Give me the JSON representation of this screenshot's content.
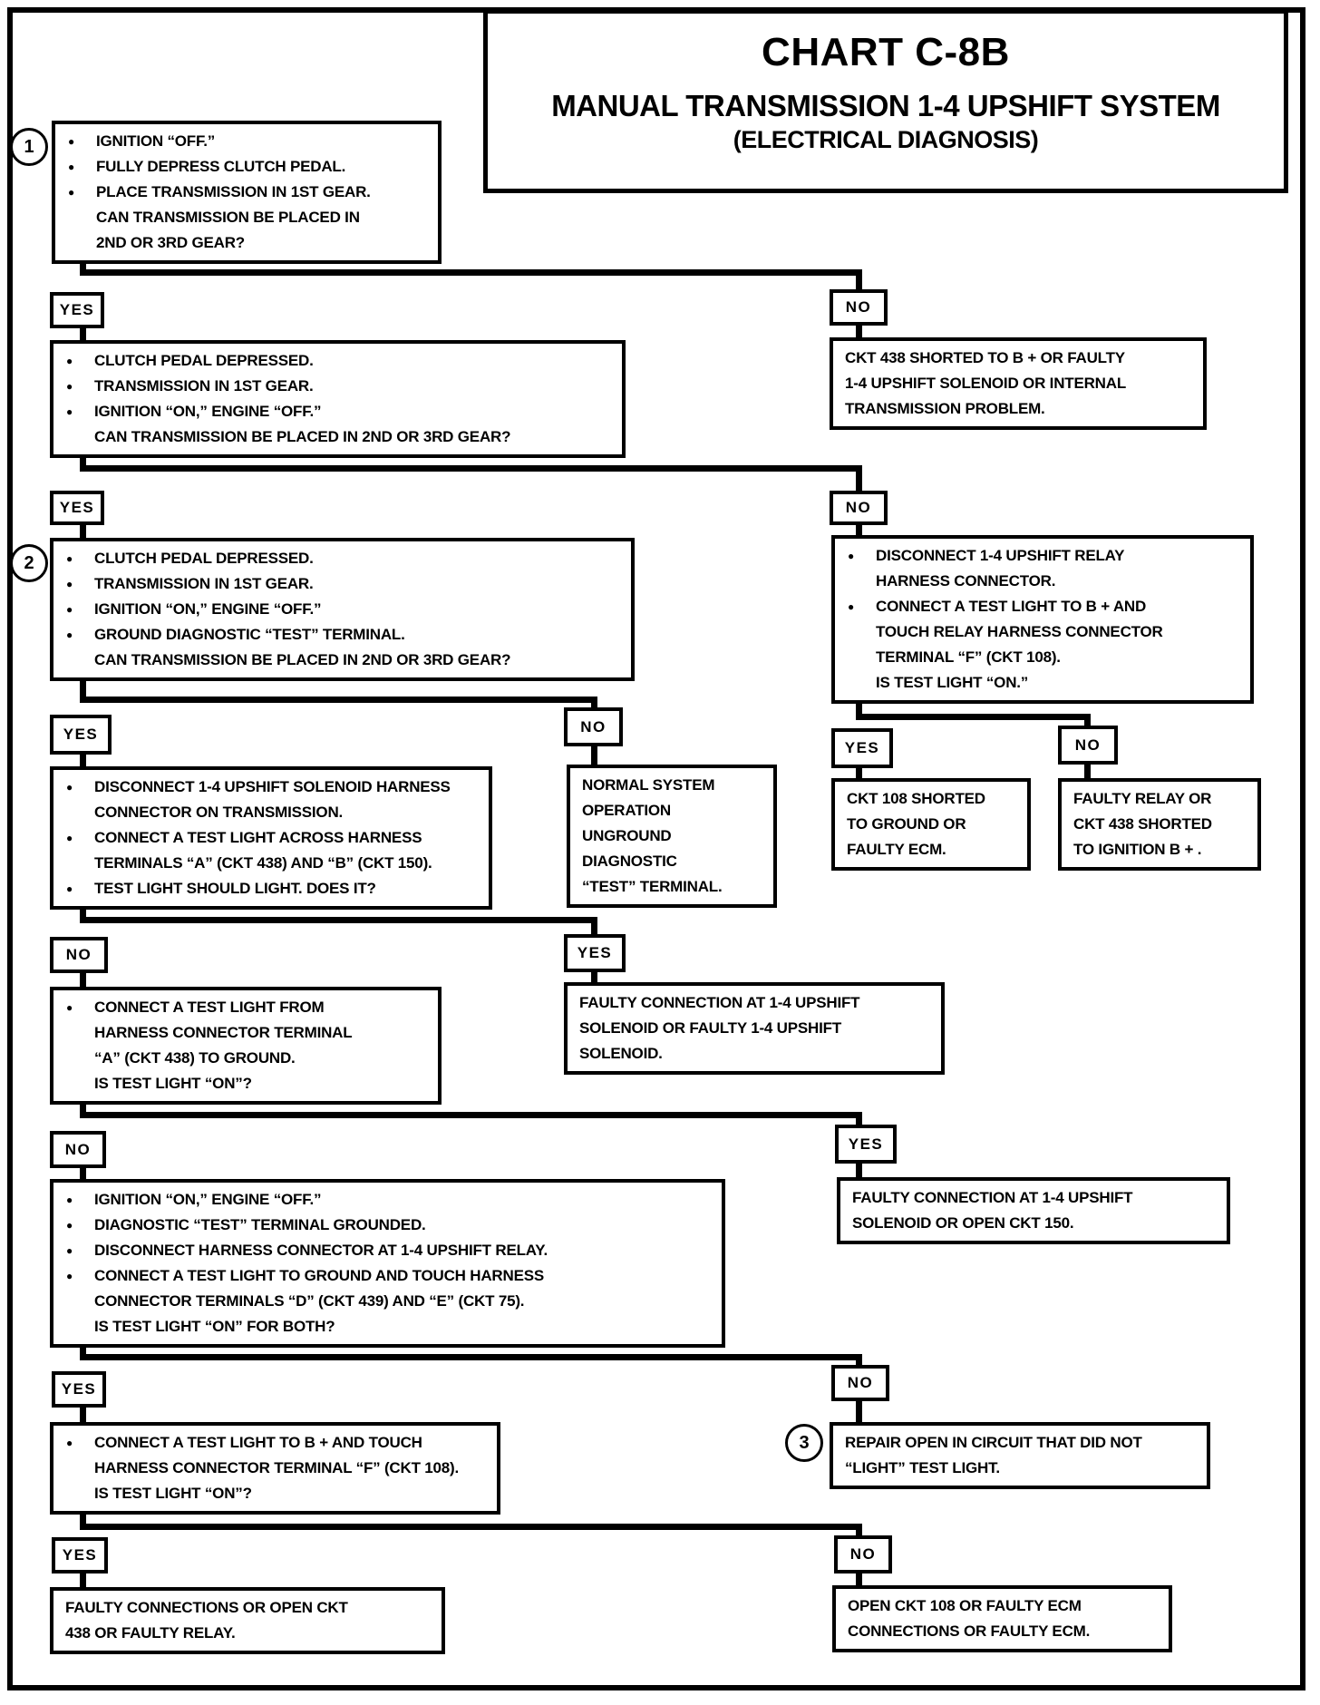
{
  "title": {
    "chart": "CHART C-8B",
    "system": "MANUAL TRANSMISSION 1-4 UPSHIFT SYSTEM",
    "subtitle": "(ELECTRICAL DIAGNOSIS)"
  },
  "badges": {
    "one": "1",
    "two": "2",
    "three": "3"
  },
  "branch_labels": {
    "yes": "YES",
    "no": "NO"
  },
  "nodes": {
    "step1": {
      "lines": [
        {
          "b": 1,
          "t": "IGNITION “OFF.”"
        },
        {
          "b": 1,
          "t": "FULLY DEPRESS CLUTCH PEDAL."
        },
        {
          "b": 1,
          "t": "PLACE TRANSMISSION IN 1ST GEAR."
        },
        {
          "b": 0,
          "t": "CAN TRANSMISSION BE PLACED IN"
        },
        {
          "b": 0,
          "t": "2ND OR 3RD GEAR?"
        }
      ]
    },
    "ckt438_shorted": {
      "lines": [
        {
          "b": 0,
          "t": "CKT 438 SHORTED TO B +  OR FAULTY"
        },
        {
          "b": 0,
          "t": "1-4 UPSHIFT SOLENOID OR INTERNAL"
        },
        {
          "b": 0,
          "t": "TRANSMISSION PROBLEM."
        }
      ]
    },
    "step2": {
      "lines": [
        {
          "b": 1,
          "t": "CLUTCH PEDAL DEPRESSED."
        },
        {
          "b": 1,
          "t": "TRANSMISSION IN 1ST GEAR."
        },
        {
          "b": 1,
          "t": "IGNITION “ON,” ENGINE “OFF.”"
        },
        {
          "b": 0,
          "t": "CAN TRANSMISSION BE PLACED IN 2ND OR 3RD GEAR?"
        }
      ]
    },
    "step3": {
      "lines": [
        {
          "b": 1,
          "t": "CLUTCH PEDAL DEPRESSED."
        },
        {
          "b": 1,
          "t": "TRANSMISSION IN 1ST GEAR."
        },
        {
          "b": 1,
          "t": "IGNITION “ON,” ENGINE “OFF.”"
        },
        {
          "b": 1,
          "t": "GROUND DIAGNOSTIC “TEST” TERMINAL."
        },
        {
          "b": 0,
          "t": "CAN TRANSMISSION BE PLACED IN 2ND OR 3RD GEAR?"
        }
      ]
    },
    "relay_test": {
      "lines": [
        {
          "b": 1,
          "t": "DISCONNECT 1-4 UPSHIFT RELAY"
        },
        {
          "b": 0,
          "t": "HARNESS CONNECTOR."
        },
        {
          "b": 1,
          "t": "CONNECT A TEST LIGHT TO B +  AND"
        },
        {
          "b": 0,
          "t": "TOUCH RELAY HARNESS CONNECTOR"
        },
        {
          "b": 0,
          "t": "TERMINAL “F” (CKT 108)."
        },
        {
          "b": 0,
          "t": "IS TEST LIGHT “ON.”"
        }
      ]
    },
    "solenoid_test": {
      "lines": [
        {
          "b": 1,
          "t": "DISCONNECT 1-4 UPSHIFT SOLENOID HARNESS"
        },
        {
          "b": 0,
          "t": "CONNECTOR ON TRANSMISSION."
        },
        {
          "b": 1,
          "t": "CONNECT A TEST LIGHT ACROSS HARNESS"
        },
        {
          "b": 0,
          "t": "TERMINALS “A” (CKT 438) AND “B” (CKT 150)."
        },
        {
          "b": 1,
          "t": "TEST LIGHT SHOULD LIGHT.  DOES IT?"
        }
      ]
    },
    "normal_system": {
      "lines": [
        {
          "b": 0,
          "t": "NORMAL SYSTEM"
        },
        {
          "b": 0,
          "t": "OPERATION"
        },
        {
          "b": 0,
          "t": "UNGROUND"
        },
        {
          "b": 0,
          "t": "DIAGNOSTIC"
        },
        {
          "b": 0,
          "t": "“TEST” TERMINAL."
        }
      ]
    },
    "ckt108_shorted": {
      "lines": [
        {
          "b": 0,
          "t": "CKT 108 SHORTED"
        },
        {
          "b": 0,
          "t": "TO GROUND OR"
        },
        {
          "b": 0,
          "t": "FAULTY ECM."
        }
      ]
    },
    "faulty_relay": {
      "lines": [
        {
          "b": 0,
          "t": "FAULTY RELAY OR"
        },
        {
          "b": 0,
          "t": "CKT 438 SHORTED"
        },
        {
          "b": 0,
          "t": "TO IGNITION B + ."
        }
      ]
    },
    "test_light_ground": {
      "lines": [
        {
          "b": 1,
          "t": "CONNECT A TEST LIGHT FROM"
        },
        {
          "b": 0,
          "t": "HARNESS CONNECTOR TERMINAL"
        },
        {
          "b": 0,
          "t": "“A” (CKT 438) TO GROUND."
        },
        {
          "b": 0,
          "t": "IS TEST LIGHT “ON”?"
        }
      ]
    },
    "faulty_conn_solenoid": {
      "lines": [
        {
          "b": 0,
          "t": "FAULTY CONNECTION AT 1-4 UPSHIFT"
        },
        {
          "b": 0,
          "t": "SOLENOID OR FAULTY 1-4 UPSHIFT"
        },
        {
          "b": 0,
          "t": "SOLENOID."
        }
      ]
    },
    "relay_terminals": {
      "lines": [
        {
          "b": 1,
          "t": "IGNITION “ON,” ENGINE “OFF.”"
        },
        {
          "b": 1,
          "t": "DIAGNOSTIC “TEST” TERMINAL GROUNDED."
        },
        {
          "b": 1,
          "t": "DISCONNECT HARNESS CONNECTOR AT 1-4 UPSHIFT RELAY."
        },
        {
          "b": 1,
          "t": "CONNECT A TEST LIGHT TO GROUND AND TOUCH HARNESS"
        },
        {
          "b": 0,
          "t": "CONNECTOR TERMINALS “D” (CKT 439) AND “E” (CKT 75)."
        },
        {
          "b": 0,
          "t": "IS TEST LIGHT “ON” FOR BOTH?"
        }
      ]
    },
    "faulty_conn_ckt150": {
      "lines": [
        {
          "b": 0,
          "t": "FAULTY CONNECTION AT 1-4 UPSHIFT"
        },
        {
          "b": 0,
          "t": "SOLENOID OR OPEN CKT 150."
        }
      ]
    },
    "test_light_f": {
      "lines": [
        {
          "b": 1,
          "t": "CONNECT A TEST LIGHT TO B +  AND TOUCH"
        },
        {
          "b": 0,
          "t": "HARNESS CONNECTOR TERMINAL “F” (CKT 108)."
        },
        {
          "b": 0,
          "t": "IS TEST LIGHT “ON”?"
        }
      ]
    },
    "repair_open": {
      "lines": [
        {
          "b": 0,
          "t": "REPAIR OPEN IN CIRCUIT THAT DID NOT"
        },
        {
          "b": 0,
          "t": "“LIGHT” TEST LIGHT."
        }
      ]
    },
    "faulty_conn_438": {
      "lines": [
        {
          "b": 0,
          "t": "FAULTY CONNECTIONS OR OPEN CKT"
        },
        {
          "b": 0,
          "t": "438 OR FAULTY RELAY."
        }
      ]
    },
    "open_ckt108": {
      "lines": [
        {
          "b": 0,
          "t": "OPEN CKT 108 OR FAULTY ECM"
        },
        {
          "b": 0,
          "t": "CONNECTIONS OR FAULTY ECM."
        }
      ]
    }
  }
}
